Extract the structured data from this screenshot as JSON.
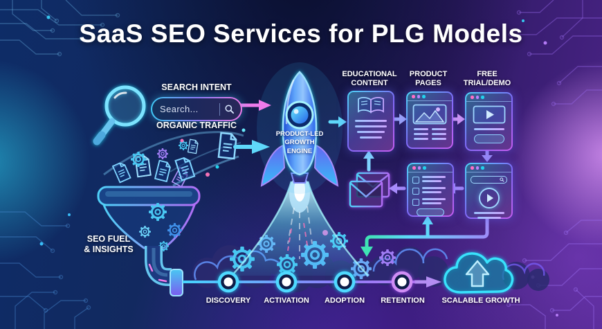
{
  "title": "SaaS SEO Services for PLG Models",
  "search": {
    "intent_label": "SEARCH INTENT",
    "placeholder": "Search...",
    "traffic_label": "ORGANIC TRAFFIC"
  },
  "funnel": {
    "label": "SEO FUEL\n& INSIGHTS"
  },
  "rocket": {
    "label": "PRODUCT-LED\nGROWTH\nENGINE"
  },
  "channels": [
    {
      "label": "EDUCATIONAL\nCONTENT"
    },
    {
      "label": "PRODUCT\nPAGES"
    },
    {
      "label": "FREE\nTRIAL/DEMO"
    }
  ],
  "journey": {
    "stages": [
      {
        "label": "DISCOVERY"
      },
      {
        "label": "ACTIVATION"
      },
      {
        "label": "ADOPTION"
      },
      {
        "label": "RETENTION"
      }
    ],
    "outcome_label": "SCALABLE GROWTH"
  },
  "icons": {
    "magnifier": "magnifying-glass",
    "search_bar": "search-pill-with-magnifier",
    "funnel": "funnel-with-gears-and-documents",
    "rocket": "rocket-launching",
    "book": "open-book",
    "image": "image-placeholder-mountains",
    "play": "video-play-button",
    "envelope": "stacked-envelopes",
    "checklist": "browser-checklist",
    "cloud": "cloud-with-up-arrow",
    "gear": "gear",
    "document": "document-page"
  },
  "colors": {
    "background_blue": "#12295f",
    "background_purple": "#40207a",
    "neon_cyan": "#3ec9f5",
    "neon_purple": "#a06bf5",
    "neon_pink": "#ef7bea",
    "arrow_green": "#3fe3b4",
    "text": "#ffffff"
  }
}
